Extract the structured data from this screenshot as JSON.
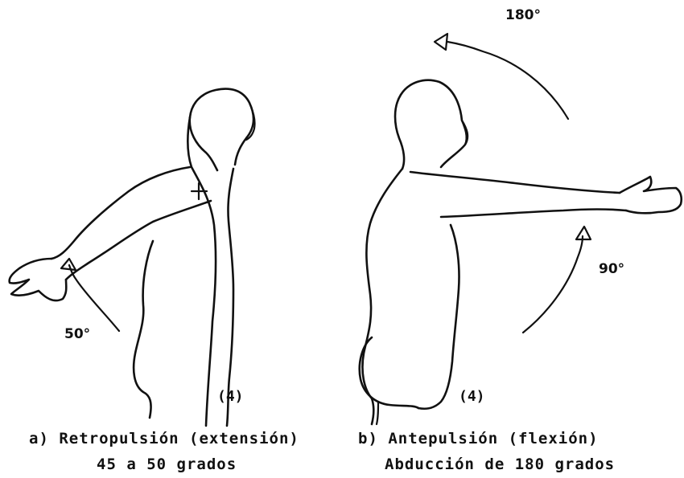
{
  "figure_a": {
    "angle_label": "50°",
    "ref_label": "(4)",
    "caption_line1": "a) Retropulsión (extensión)",
    "caption_line2": "45 a 50 grados"
  },
  "figure_b": {
    "angle_top_label": "180°",
    "angle_mid_label": "90°",
    "ref_label": "(4)",
    "caption_line1": "b) Antepulsión (flexión)",
    "caption_line2": "Abducción de 180 grados"
  },
  "colors": {
    "ink": "#111111",
    "paper": "#ffffff"
  }
}
